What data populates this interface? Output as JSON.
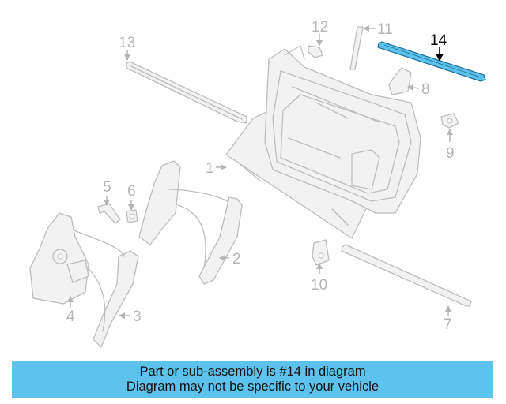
{
  "diagram": {
    "callouts": [
      "1",
      "2",
      "3",
      "4",
      "5",
      "6",
      "7",
      "8",
      "9",
      "10",
      "11",
      "12",
      "13",
      "14"
    ],
    "highlighted_part": "14",
    "highlight_color": "#5ec3ec"
  },
  "banner": {
    "line1": "Part or sub-assembly is #14 in diagram",
    "line2": "Diagram may not be specific to your vehicle",
    "background": "#5ec3ec"
  }
}
